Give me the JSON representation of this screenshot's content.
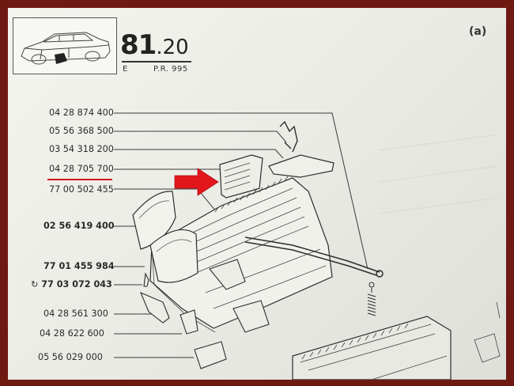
{
  "header": {
    "section_main": "81",
    "section_sep": ".",
    "section_sub": "20",
    "left_code": "E",
    "right_code": "P.R. 995",
    "corner_label": "(a)"
  },
  "part_numbers": [
    {
      "text": "04 28 874 400",
      "bold": false
    },
    {
      "text": "05 56 368 500",
      "bold": false
    },
    {
      "text": "03 54 318 200",
      "bold": false
    },
    {
      "text": "04 28 705 700",
      "bold": false,
      "highlighted": true
    },
    {
      "text": "77 00 502 455",
      "bold": false
    },
    {
      "text": "02 56 419 400",
      "bold": true
    },
    {
      "text": "77 01 455 984",
      "bold": true
    },
    {
      "text": "77 03 072 043",
      "bold": true,
      "prefix_symbol": "circular-arrow"
    },
    {
      "text": "04 28 561 300",
      "bold": false
    },
    {
      "text": "04 28 622 600",
      "bold": false
    },
    {
      "text": "05 56 029 000",
      "bold": false
    }
  ],
  "colors": {
    "frame": "#6e1a13",
    "paper": "#eeeee9",
    "highlight": "#d0141a",
    "ink": "#2a2a2a"
  },
  "icons": [
    "car-thumbnail-icon",
    "red-arrow-icon"
  ]
}
